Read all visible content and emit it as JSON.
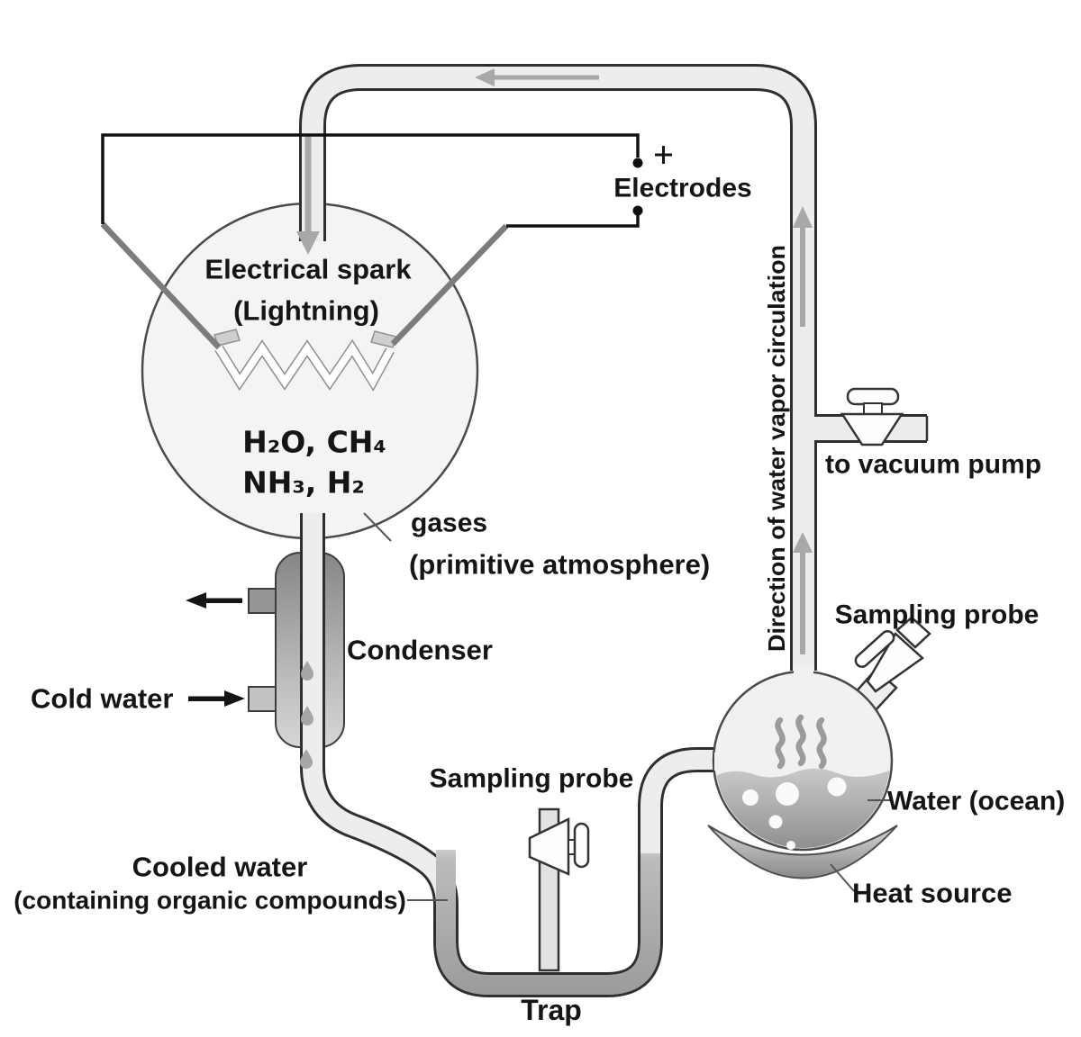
{
  "colors": {
    "background": "#ffffff",
    "tube_outline": "#2f2f2f",
    "tube_fill": "#ededed",
    "flask_fill": "#f4f4f4",
    "ocean_flask_fill": "#f1f1f1",
    "water_gray": "#b2b2b2",
    "flow_arrow_gray": "#a8a8a8",
    "electrode_rod_gray": "#7c7c7c",
    "wire_black": "#101010",
    "text_color": "#151515"
  },
  "apparatus": {
    "electrodes": {
      "label": "Electrodes",
      "plus": "+"
    },
    "spark_flask": {
      "line1": "Electrical spark",
      "line2": "(Lightning)",
      "gas_line1": "H₂O, CH₄",
      "gas_line2": "NH₃, H₂",
      "callout_line1": "gases",
      "callout_line2": "(primitive atmosphere)"
    },
    "condenser": {
      "label": "Condenser",
      "cold_water": "Cold water"
    },
    "cooled_water": {
      "line1": "Cooled water",
      "line2": "(containing organic compounds)"
    },
    "trap": {
      "label": "Trap",
      "sampling_probe": "Sampling probe"
    },
    "circulation": {
      "direction": "Direction of water vapor circulation",
      "vacuum": "to vacuum pump"
    },
    "ocean_flask": {
      "sampling_probe": "Sampling probe",
      "water": "Water (ocean)",
      "heat": "Heat source"
    }
  }
}
